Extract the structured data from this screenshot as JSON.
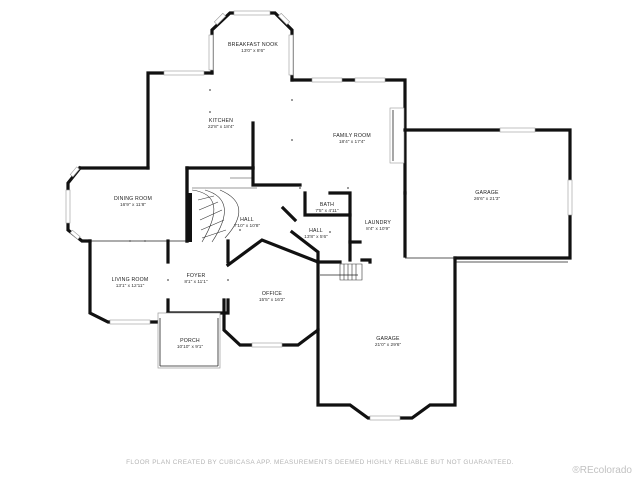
{
  "rooms": {
    "breakfast_nook": {
      "name": "BREAKFAST NOOK",
      "dims": "13'0\" x 8'6\""
    },
    "kitchen": {
      "name": "KITCHEN",
      "dims": "22'8\" x 18'4\""
    },
    "family_room": {
      "name": "FAMILY ROOM",
      "dims": "18'4\" x 17'4\""
    },
    "garage_right": {
      "name": "GARAGE",
      "dims": "26'6\" x 21'3\""
    },
    "dining_room": {
      "name": "DINING ROOM",
      "dims": "16'9\" x 11'8\""
    },
    "bath": {
      "name": "BATH",
      "dims": "7'5\" x 4'11\""
    },
    "laundry": {
      "name": "LAUNDRY",
      "dims": "8'4\" x 10'9\""
    },
    "hall_upper": {
      "name": "HALL",
      "dims": "7'10\" x 10'8\""
    },
    "hall_lower": {
      "name": "HALL",
      "dims": "13'8\" x 5'6\""
    },
    "living_room": {
      "name": "LIVING ROOM",
      "dims": "13'1\" x 12'11\""
    },
    "foyer": {
      "name": "FOYER",
      "dims": "8'1\" x 11'1\""
    },
    "office": {
      "name": "OFFICE",
      "dims": "15'5\" x 16'2\""
    },
    "porch": {
      "name": "PORCH",
      "dims": "10'10\" x 9'1\""
    },
    "garage_lower": {
      "name": "GARAGE",
      "dims": "21'0\" x 29'6\""
    }
  },
  "footer": {
    "disclaimer": "FLOOR PLAN CREATED BY CUBICASA APP. MEASUREMENTS DEEMED HIGHLY RELIABLE BUT NOT GUARANTEED.",
    "brand": "®REcolorado"
  }
}
